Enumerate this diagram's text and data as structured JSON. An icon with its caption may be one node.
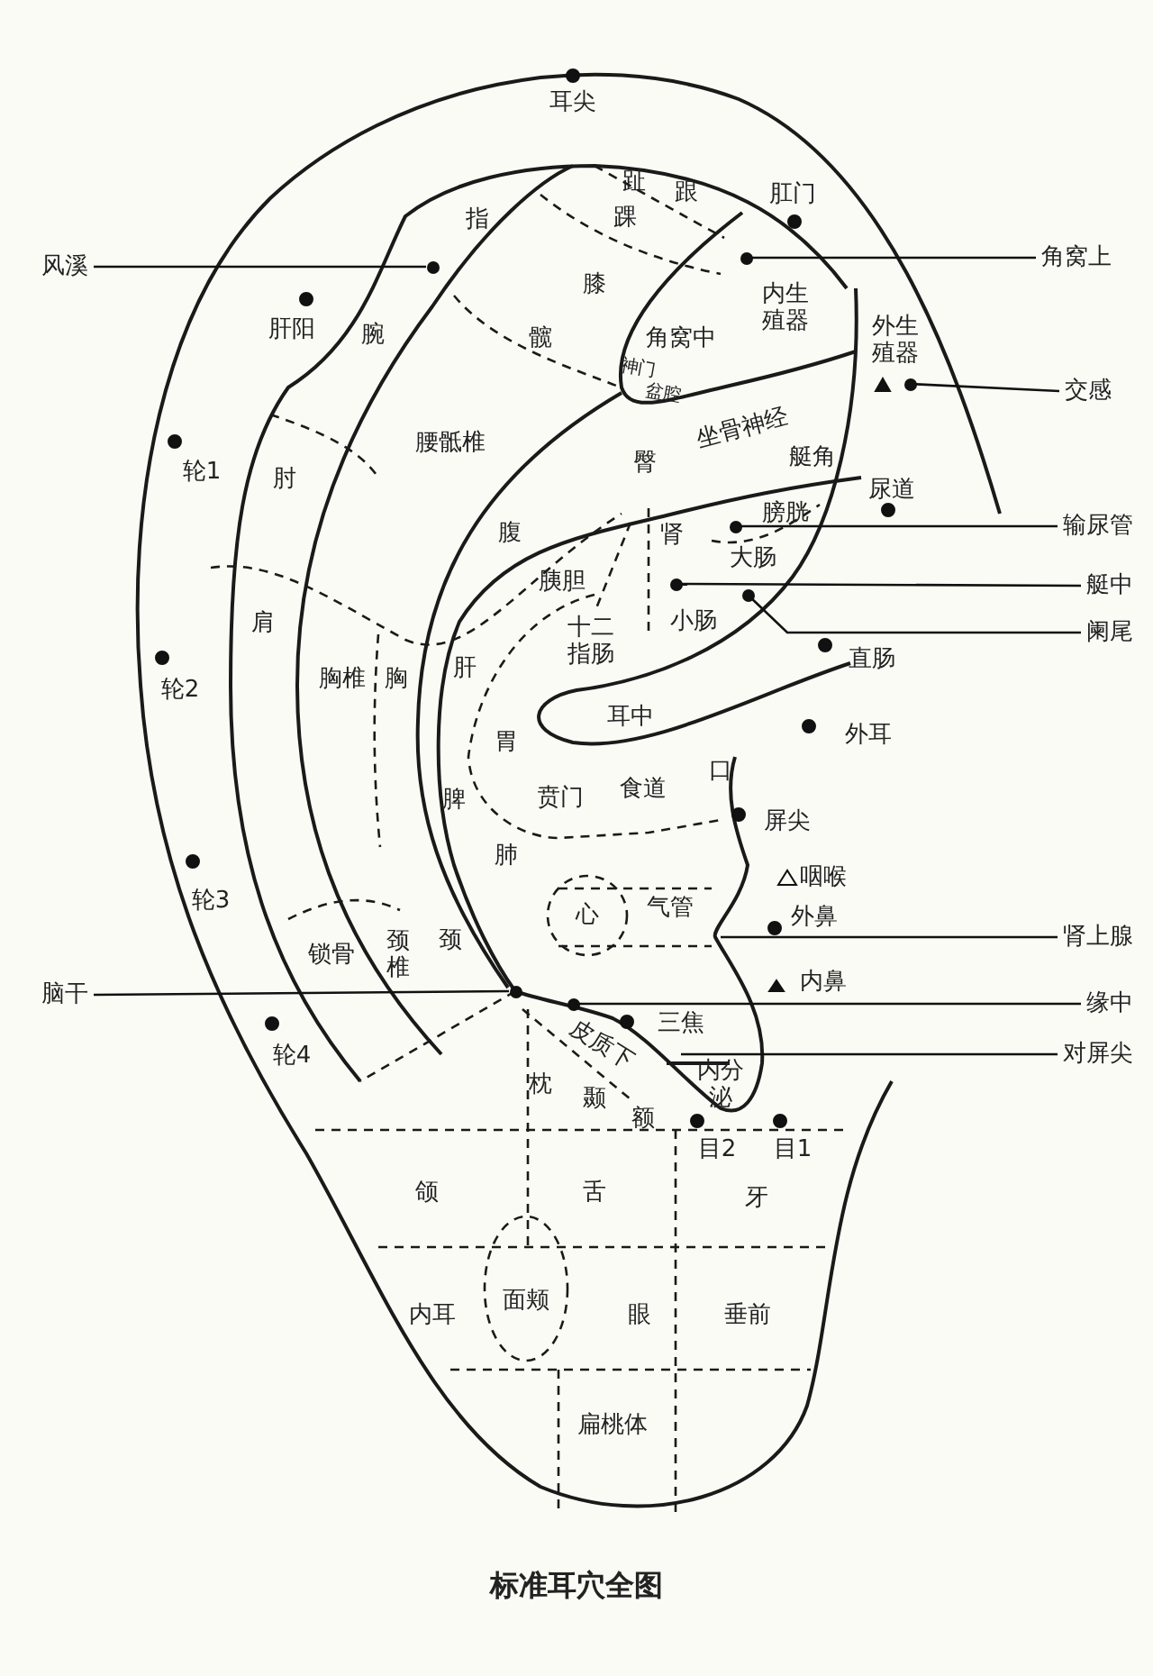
{
  "diagram": {
    "title": "标准耳穴全图",
    "nodes": [
      {
        "text": [
          "风溪"
        ]
      },
      {
        "text": [],
        "shape": "circle"
      },
      {
        "text": [
          "角窝上"
        ]
      },
      {
        "text": [],
        "shape": "circle"
      },
      {
        "text": [
          "交感"
        ]
      },
      {
        "text": [],
        "shape": "circle"
      },
      {
        "text": [
          "输尿管"
        ]
      },
      {
        "text": [],
        "shape": "circle"
      },
      {
        "text": [
          "艇中"
        ]
      },
      {
        "text": [],
        "shape": "circle"
      },
      {
        "text": [
          "阑尾"
        ]
      },
      {
        "text": [],
        "shape": "circle"
      },
      {
        "text": [
          "肾上腺"
        ]
      },
      {
        "text": [
          "缘中"
        ]
      },
      {
        "text": [],
        "shape": "circle"
      },
      {
        "text": [
          "对屏尖"
        ]
      },
      {
        "text": [
          "脑干"
        ]
      },
      {
        "text": [],
        "shape": "circle"
      }
    ],
    "edges": [
      {
        "from": 0,
        "to": 1,
        "arrow": "none"
      },
      {
        "from": 2,
        "to": 3,
        "arrow": "none"
      },
      {
        "from": 4,
        "to": 5,
        "arrow": "none"
      },
      {
        "from": 6,
        "to": 7,
        "arrow": "none"
      },
      {
        "from": 8,
        "to": 9,
        "arrow": "none"
      },
      {
        "from": 10,
        "to": 11,
        "arrow": "none"
      },
      {
        "from": 12,
        "to": null,
        "arrow": "none"
      },
      {
        "from": 13,
        "to": 14,
        "arrow": "none"
      },
      {
        "from": 15,
        "to": null,
        "arrow": "none"
      },
      {
        "from": 16,
        "to": 17,
        "arrow": "none"
      }
    ],
    "labels": [
      "耳尖",
      "趾",
      "跟",
      "指",
      "肛门",
      "踝",
      "膝",
      "内生殖器",
      "肝阳",
      "腕",
      "髋",
      "角窝中",
      "外生殖器",
      "神门",
      "盆腔",
      "腰骶椎",
      "坐骨神经",
      "臀",
      "艇角",
      "轮1",
      "肘",
      "尿道",
      "膀胱",
      "腹",
      "肾",
      "大肠",
      "胰胆",
      "肩",
      "十二指肠",
      "小肠",
      "直肠",
      "胸椎",
      "胸",
      "肝",
      "轮2",
      "胃",
      "耳中",
      "外耳",
      "口",
      "贲门",
      "食道",
      "脾",
      "屏尖",
      "肺",
      "咽喉",
      "轮3",
      "心",
      "气管",
      "外鼻",
      "锁骨",
      "颈椎",
      "颈",
      "内鼻",
      "皮质下",
      "三焦",
      "轮4",
      "枕",
      "颞",
      "额",
      "内分泌",
      "目2",
      "目1",
      "颌",
      "舌",
      "牙",
      "内耳",
      "面颊",
      "眼",
      "垂前",
      "扁桃体"
    ]
  }
}
